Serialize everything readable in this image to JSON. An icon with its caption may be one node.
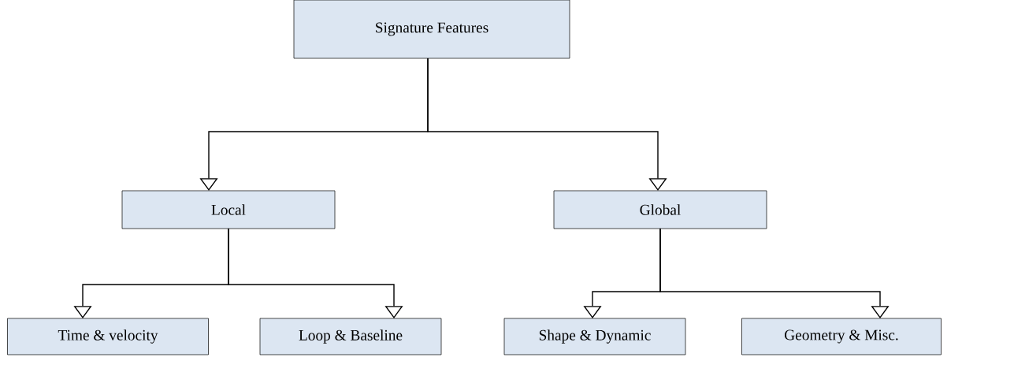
{
  "diagram": {
    "nodes": [
      {
        "text": [
          "Signature Features"
        ]
      },
      {
        "text": [
          "Local"
        ]
      },
      {
        "text": [
          "Global"
        ]
      },
      {
        "text": [
          "Time & velocity"
        ]
      },
      {
        "text": [
          "Loop & Baseline"
        ]
      },
      {
        "text": [
          "Shape & Dynamic"
        ]
      },
      {
        "text": [
          "Geometry & Misc."
        ]
      }
    ],
    "edges": [
      {
        "from": 0,
        "to": 1,
        "arrow": "to"
      },
      {
        "from": 0,
        "to": 2,
        "arrow": "to"
      },
      {
        "from": 1,
        "to": 3,
        "arrow": "to"
      },
      {
        "from": 1,
        "to": 4,
        "arrow": "to"
      },
      {
        "from": 2,
        "to": 5,
        "arrow": "to"
      },
      {
        "from": 2,
        "to": 6,
        "arrow": "to"
      }
    ]
  }
}
